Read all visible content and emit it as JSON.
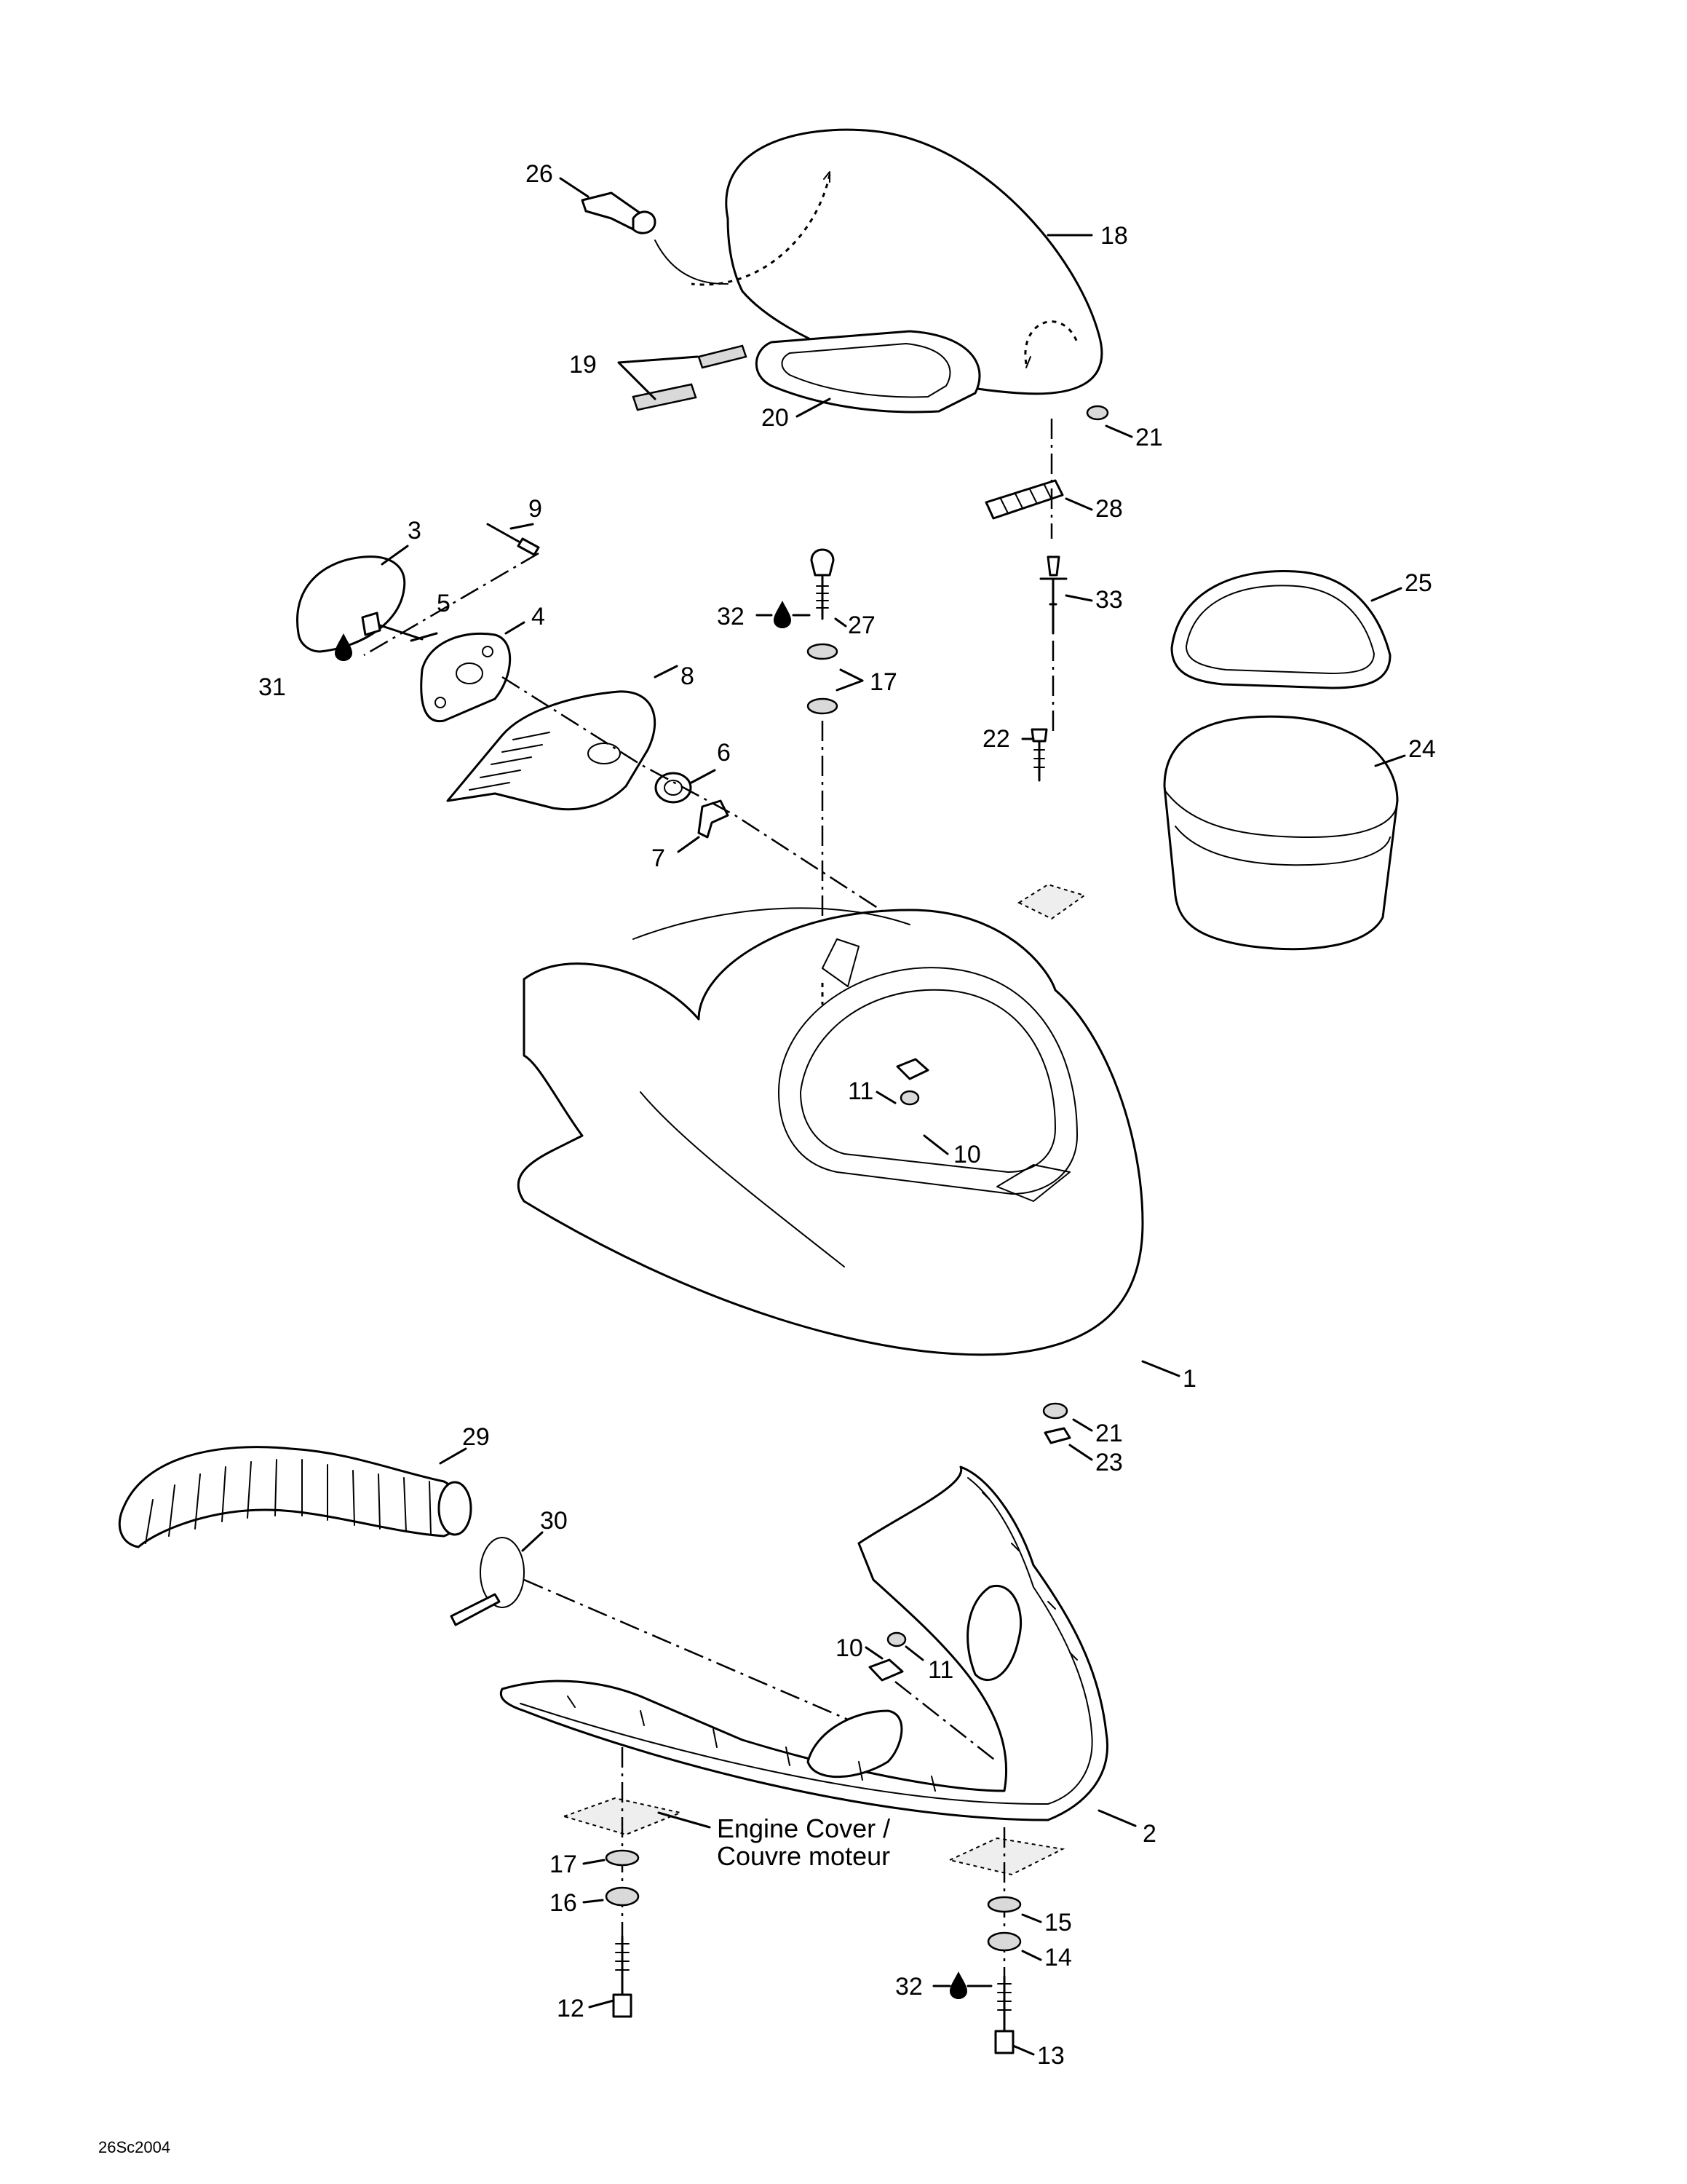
{
  "figure_code": "26Sc2004",
  "caption": {
    "line1": "Engine Cover /",
    "line2": "Couvre moteur"
  },
  "callouts": {
    "c1": "1",
    "c2": "2",
    "c3": "3",
    "c4": "4",
    "c5": "5",
    "c6": "6",
    "c7": "7",
    "c8": "8",
    "c9": "9",
    "c10a": "10",
    "c10b": "10",
    "c11a": "11",
    "c11b": "11",
    "c12": "12",
    "c13": "13",
    "c14": "14",
    "c15": "15",
    "c16": "16",
    "c17a": "17",
    "c17b": "17",
    "c18": "18",
    "c19": "19",
    "c20": "20",
    "c21a": "21",
    "c21b": "21",
    "c22": "22",
    "c23": "23",
    "c24": "24",
    "c25": "25",
    "c26": "26",
    "c27": "27",
    "c28": "28",
    "c29": "29",
    "c30": "30",
    "c31": "31",
    "c32a": "32",
    "c32b": "32",
    "c33": "33"
  }
}
